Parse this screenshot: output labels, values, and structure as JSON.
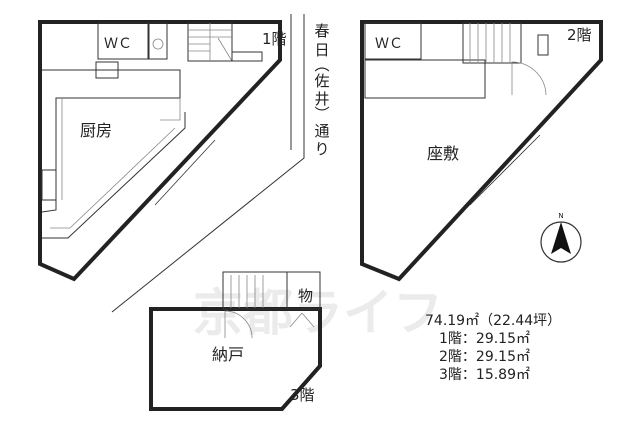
{
  "floors": {
    "first": {
      "label": "1階",
      "toilet": "ＷＣ",
      "kitchen": "厨房"
    },
    "second": {
      "label": "2階",
      "toilet": "ＷＣ",
      "tatami_room": "座敷"
    },
    "third": {
      "label": "3階",
      "storage_room": "納戸",
      "closet": "物"
    }
  },
  "street": [
    "春",
    "日",
    "︵",
    "佐",
    "井",
    "︶",
    "通",
    "り"
  ],
  "compass": {
    "north": "N"
  },
  "watermark": "京都ライフ",
  "area": {
    "total": "74.19㎡（22.44坪）",
    "floor1": "1階：29.15㎡",
    "floor2": "2階：29.15㎡",
    "floor3": "3階：15.89㎡"
  }
}
